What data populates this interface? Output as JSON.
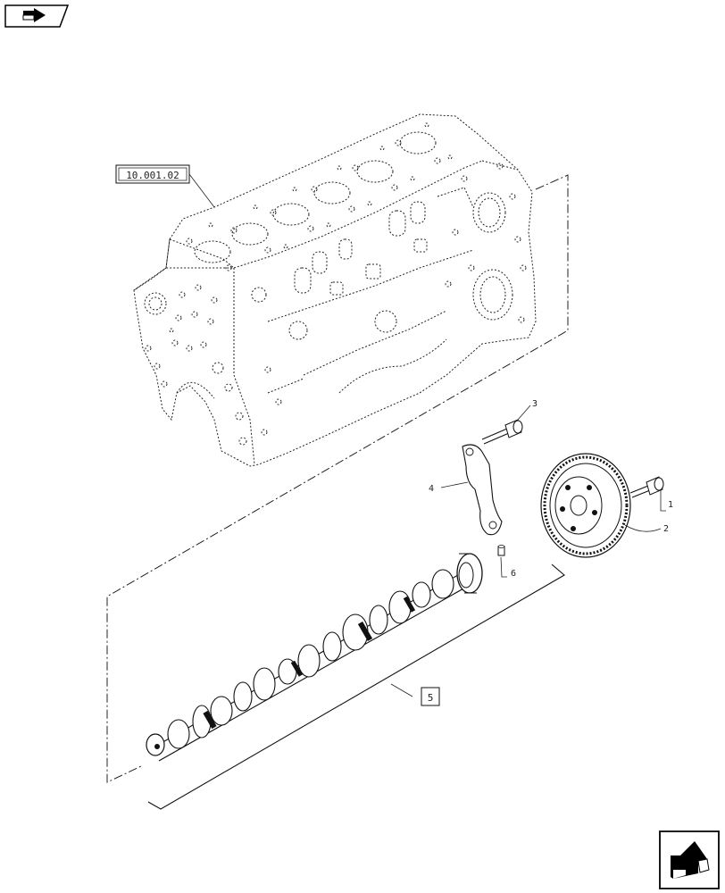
{
  "diagram": {
    "reference_label": "10.001.02",
    "callouts": [
      "1",
      "2",
      "3",
      "4",
      "5",
      "6"
    ]
  },
  "nav": {
    "top_left_icon": "forward-arrow-icon",
    "bottom_right_icon": "return-arrow-icon"
  }
}
